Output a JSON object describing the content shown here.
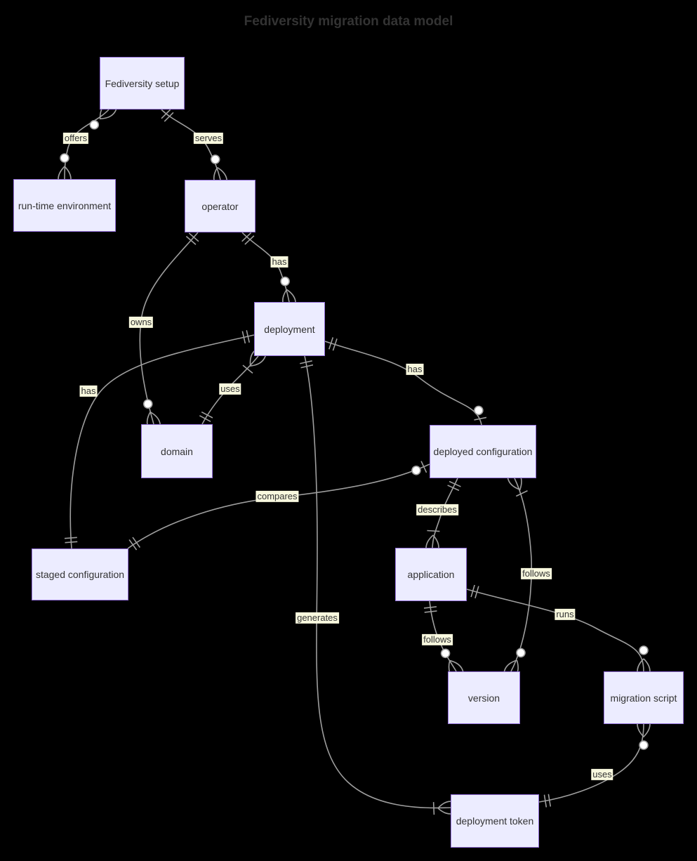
{
  "diagram": {
    "title": "Fediversity migration data model",
    "type": "entity-relationship"
  },
  "colors": {
    "background": "#000000",
    "entity_fill": "#ECECFF",
    "entity_border": "#9370DB",
    "relationship_line": "#9e9e9e",
    "edge_label_background": "#f8f8de",
    "text": "#333333"
  },
  "entities": [
    {
      "label": "Fediversity setup"
    },
    {
      "label": "run-time environment"
    },
    {
      "label": "operator"
    },
    {
      "label": "deployment"
    },
    {
      "label": "domain"
    },
    {
      "label": "deployed configuration"
    },
    {
      "label": "staged configuration"
    },
    {
      "label": "application"
    },
    {
      "label": "version"
    },
    {
      "label": "migration script"
    },
    {
      "label": "deployment token"
    }
  ],
  "relationships": [
    {
      "label": "offers",
      "from": "Fediversity setup",
      "to": "run-time environment",
      "from_cardinality": "zero-or-many",
      "to_cardinality": "zero-or-many"
    },
    {
      "label": "serves",
      "from": "Fediversity setup",
      "to": "operator",
      "from_cardinality": "exactly-one",
      "to_cardinality": "zero-or-many"
    },
    {
      "label": "has",
      "from": "operator",
      "to": "deployment",
      "from_cardinality": "exactly-one",
      "to_cardinality": "zero-or-many"
    },
    {
      "label": "owns",
      "from": "operator",
      "to": "domain",
      "from_cardinality": "exactly-one",
      "to_cardinality": "zero-or-many"
    },
    {
      "label": "uses",
      "from": "deployment",
      "to": "domain",
      "from_cardinality": "one-or-many",
      "to_cardinality": "exactly-one"
    },
    {
      "label": "has",
      "from": "deployment",
      "to": "deployed configuration",
      "from_cardinality": "exactly-one",
      "to_cardinality": "zero-or-one"
    },
    {
      "label": "has",
      "from": "deployment",
      "to": "staged configuration",
      "from_cardinality": "exactly-one",
      "to_cardinality": "exactly-one"
    },
    {
      "label": "compares",
      "from": "staged configuration",
      "to": "deployed configuration",
      "from_cardinality": "exactly-one",
      "to_cardinality": "zero-or-one"
    },
    {
      "label": "describes",
      "from": "deployed configuration",
      "to": "application",
      "from_cardinality": "exactly-one",
      "to_cardinality": "one-or-many"
    },
    {
      "label": "follows",
      "from": "deployed configuration",
      "to": "version",
      "from_cardinality": "one-or-many",
      "to_cardinality": "zero-or-many"
    },
    {
      "label": "follows",
      "from": "application",
      "to": "version",
      "from_cardinality": "exactly-one",
      "to_cardinality": "zero-or-many"
    },
    {
      "label": "runs",
      "from": "application",
      "to": "migration script",
      "from_cardinality": "exactly-one",
      "to_cardinality": "zero-or-many"
    },
    {
      "label": "uses",
      "from": "migration script",
      "to": "deployment token",
      "from_cardinality": "zero-or-many",
      "to_cardinality": "exactly-one"
    },
    {
      "label": "generates",
      "from": "deployment",
      "to": "deployment token",
      "from_cardinality": "exactly-one",
      "to_cardinality": "one-or-many"
    }
  ]
}
